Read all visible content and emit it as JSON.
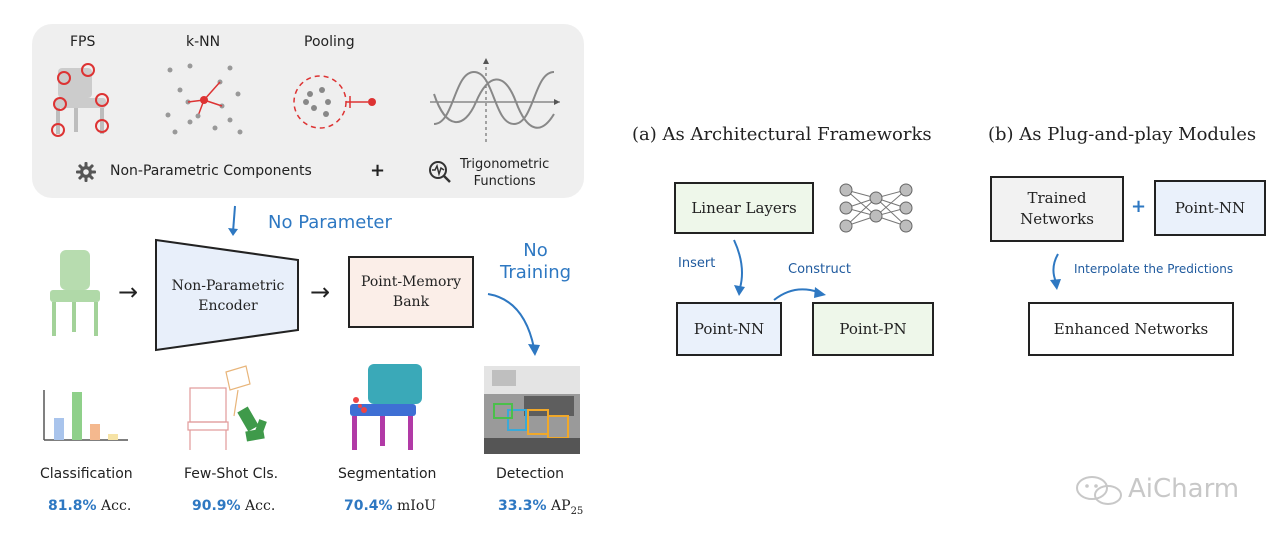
{
  "components": {
    "fps_label": "FPS",
    "knn_label": "k-NN",
    "pooling_label": "Pooling",
    "nonparam_label": "Non-Parametric Components",
    "plus": "+",
    "trig_line1": "Trigonometric",
    "trig_line2": "Functions"
  },
  "pipeline": {
    "no_parameter": "No Parameter",
    "no_line1": "No",
    "no_line2": "Training",
    "encoder_line1": "Non-Parametric",
    "encoder_line2": "Encoder",
    "memory_line1": "Point-Memory",
    "memory_line2": "Bank",
    "arrow": "→"
  },
  "tasks": [
    {
      "name": "Classification",
      "score": "81.8%",
      "metric": "Acc."
    },
    {
      "name": "Few-Shot Cls.",
      "score": "90.9%",
      "metric": "Acc."
    },
    {
      "name": "Segmentation",
      "score": "70.4%",
      "metric": "mIoU"
    },
    {
      "name": "Detection",
      "score": "33.3%",
      "metric": "AP",
      "metric_sub": "25"
    }
  ],
  "frameworks": {
    "title": "(a) As Architectural Frameworks",
    "linear_layers": "Linear Layers",
    "insert": "Insert",
    "construct": "Construct",
    "point_nn": "Point-NN",
    "point_pn": "Point-PN"
  },
  "plugplay": {
    "title": "(b) As Plug-and-play Modules",
    "trained_line1": "Trained",
    "trained_line2": "Networks",
    "plus": "+",
    "point_nn": "Point-NN",
    "interpolate": "Interpolate the Predictions",
    "enhanced": "Enhanced Networks"
  },
  "watermark": "AiCharm",
  "colors": {
    "accent_blue": "#2e78c2",
    "encoder_fill": "#e8effa",
    "memory_fill": "#fbeee8",
    "green_fill": "#eef7ea",
    "blue_fill": "#eaf1fb"
  }
}
